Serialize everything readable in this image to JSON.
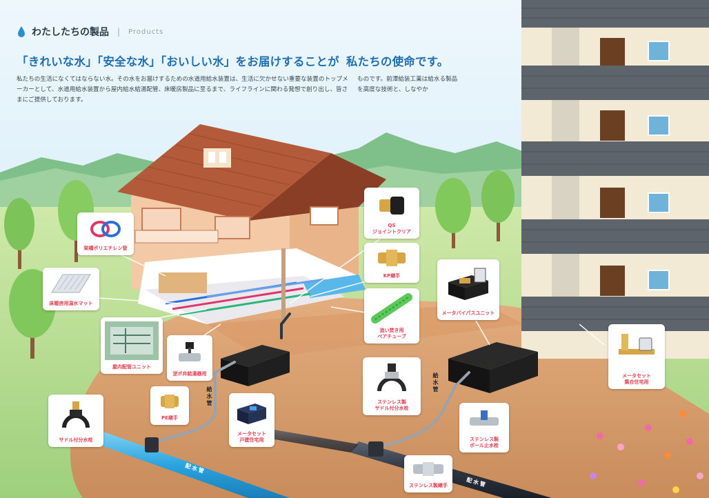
{
  "header": {
    "title": "わたしたちの製品",
    "separator": "|",
    "subtitle": "Products"
  },
  "headline": {
    "main": "「きれいな水」「安全な水」「おいしい水」をお届けすることが",
    "tail": "私たちの使命です。"
  },
  "intro": {
    "paragraph": "私たちの生活になくてはならない水。その水をお届けするための水道用給水装置は、生活に欠かせない重要な装置のトップメーカーとして、水道用給水装置から屋内給水給湯配管、床暖房製品に至るまで、ライフラインに関わる発想で創り出し、皆さまにご提供しております。",
    "paragraph2": "ものです。前澤給装工業は給水る製品を高度な技術と、しなやか"
  },
  "products": [
    {
      "key": "cross-pe-pipe",
      "label": "架橋ポリエチレン管"
    },
    {
      "key": "floor-heating-mat",
      "label": "床暖房用温水マット"
    },
    {
      "key": "indoor-piping-unit",
      "label": "屋内配管ユニット"
    },
    {
      "key": "check-valve-meter",
      "label": "逆ボ弁給湯器用"
    },
    {
      "key": "pe-joint",
      "label": "PE継手"
    },
    {
      "key": "saddle-tap-left",
      "label": "サドル付分水栓"
    },
    {
      "key": "meter-set-house",
      "label": "メータセット\n戸建住宅用"
    },
    {
      "key": "qs-joint",
      "label": "QS\nジョイントクリア"
    },
    {
      "key": "kp-joint",
      "label": "KP継手"
    },
    {
      "key": "pair-tube",
      "label": "追い焚き用\nペアチューブ"
    },
    {
      "key": "meter-bypass",
      "label": "メータバイパスユニット"
    },
    {
      "key": "stainless-saddle",
      "label": "ステンレス製\nサドル付分水栓"
    },
    {
      "key": "stainless-ball-valve",
      "label": "ステンレス製\nボール止水栓"
    },
    {
      "key": "stainless-joint",
      "label": "ステンレス製継手"
    },
    {
      "key": "meter-set-apartment",
      "label": "メータセット\n集合住宅用"
    }
  ],
  "pipes": {
    "main_left": "配水管",
    "main_right": "配水管",
    "supply_left": "給水管",
    "supply_right": "給水管"
  }
}
